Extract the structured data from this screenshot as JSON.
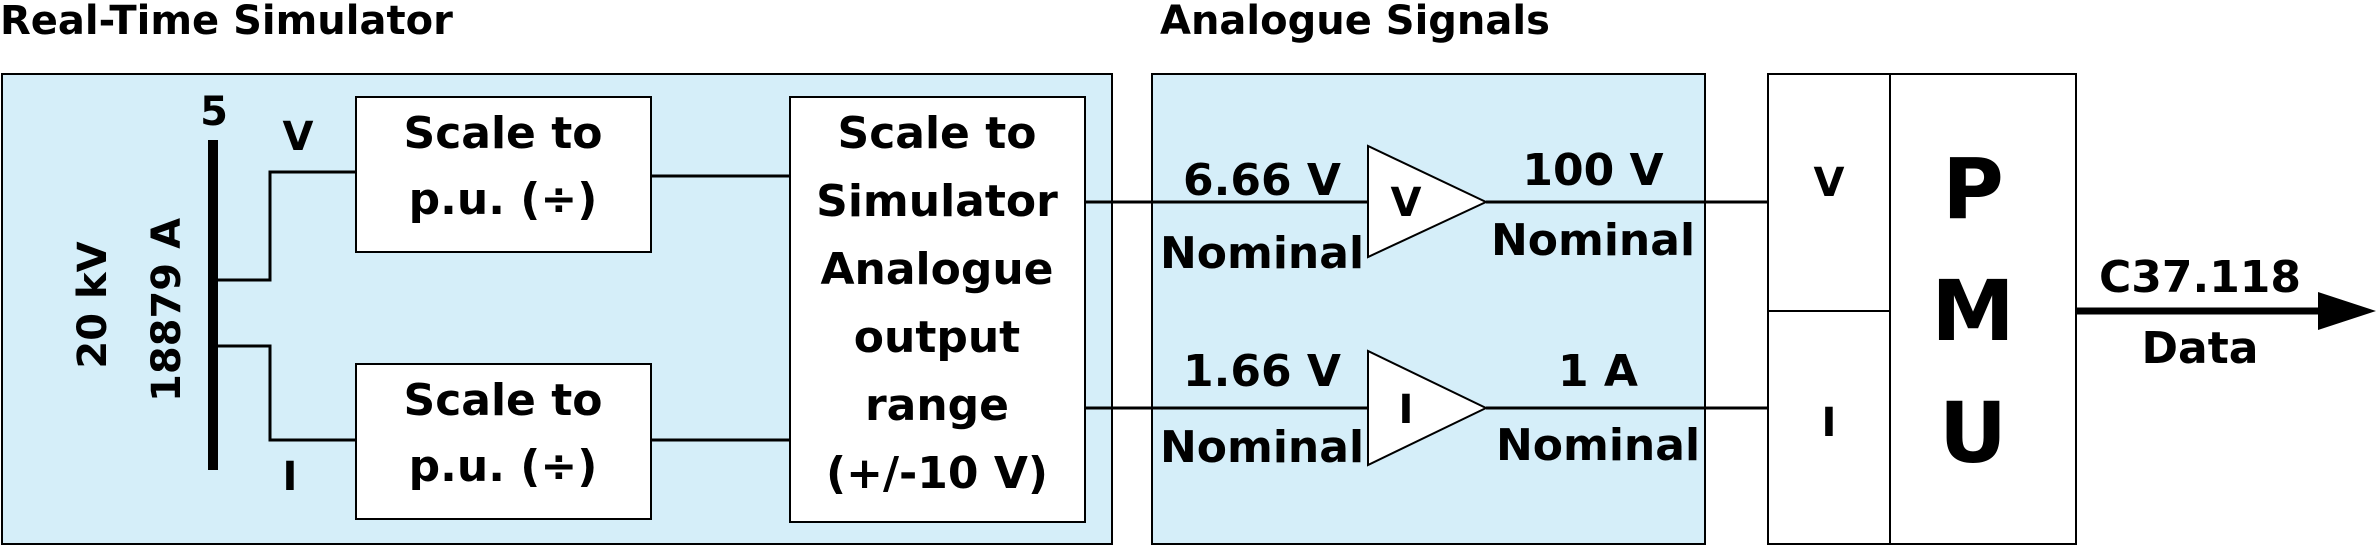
{
  "headers": {
    "simulator": "Real-Time Simulator",
    "analogue": "Analogue Signals"
  },
  "bus": {
    "number": "5",
    "voltage": "20 kV",
    "current": "18879 A",
    "v_tap": "V",
    "i_tap": "I"
  },
  "scale_pu_v": [
    "Scale to",
    "p.u. (÷)"
  ],
  "scale_pu_i": [
    "Scale to",
    "p.u. (÷)"
  ],
  "scale_sim": [
    "Scale to",
    "Simulator",
    "Analogue",
    "output",
    "range",
    "(+/-10 V)"
  ],
  "voltage_channel": {
    "input_value": "6.66 V",
    "input_note": "Nominal",
    "amp_label": "V",
    "output_value": "100 V",
    "output_note": "Nominal"
  },
  "current_channel": {
    "input_value": "1.66 V",
    "input_note": "Nominal",
    "amp_label": "I",
    "output_value": "1 A",
    "output_note": "Nominal"
  },
  "pmu": {
    "v_input": "V",
    "i_input": "I",
    "letters": [
      "P",
      "M",
      "U"
    ]
  },
  "output": {
    "line1": "C37.118",
    "line2": "Data"
  }
}
